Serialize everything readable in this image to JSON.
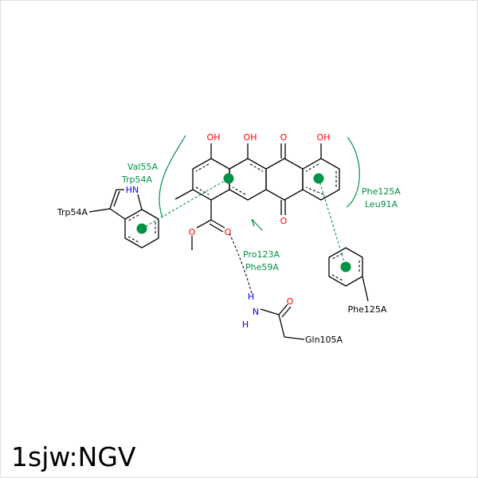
{
  "title": "1sjw:NGV",
  "colors": {
    "bond": "#000000",
    "oxygen": "#ff0000",
    "nitrogen": "#0000ff",
    "interaction": "#009245",
    "hbond": "#000000"
  },
  "ligand_atoms": {
    "oh1": "OH",
    "oh2": "OH",
    "o_quinone_top": "O",
    "oh3": "OH",
    "o_quinone_bottom": "O",
    "o_ester_carbonyl": "O",
    "o_ester_ether": "O"
  },
  "residues": {
    "trp_hn": "HN",
    "trp54": "Trp54A",
    "phe125_ring": "Phe125A",
    "gln_h1": "H",
    "gln_n": "N",
    "gln_h2": "H",
    "gln_o": "O",
    "gln105": "Gln105A"
  },
  "hydrophobic_labels": {
    "left_1": "Val55A",
    "left_2": "Trp54A",
    "right_1": "Phe125A",
    "right_2": "Leu91A",
    "middle_1": "Pro123A",
    "middle_2": "Phe59A"
  },
  "legend_icons": [
    "pi-stacking-centroid",
    "hydrophobic-contact-arc",
    "hydrogen-bond-dashes"
  ]
}
